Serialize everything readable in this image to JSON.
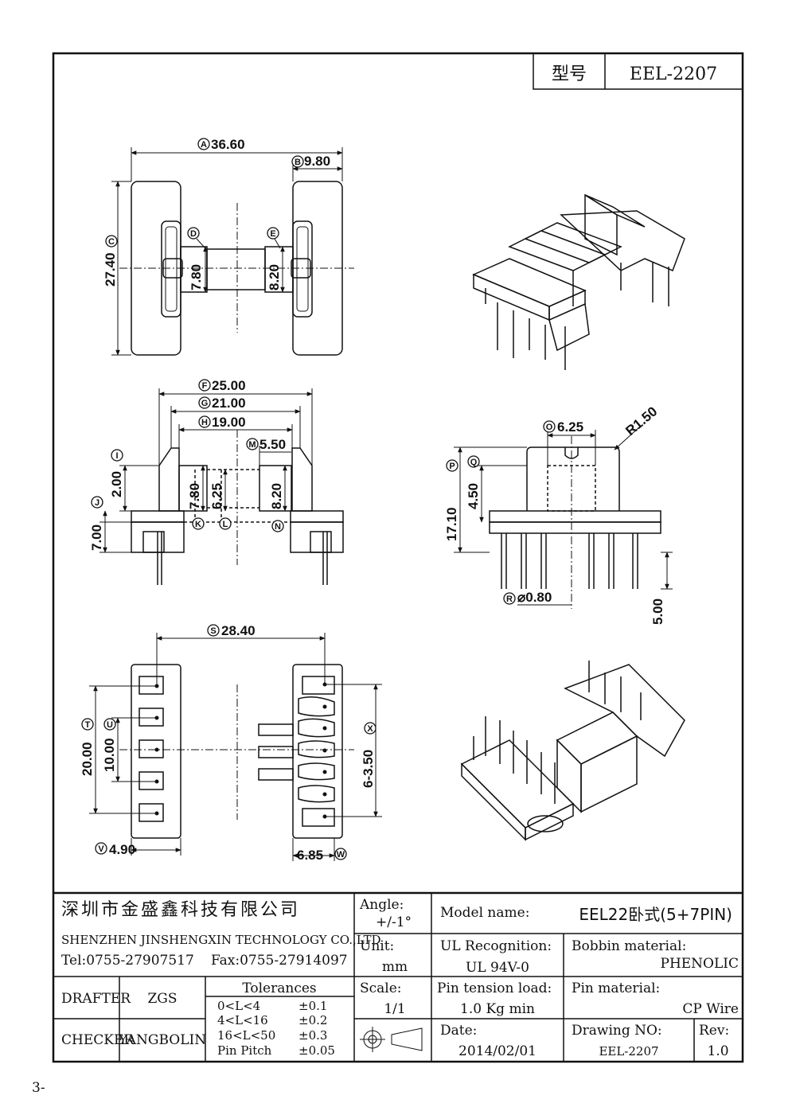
{
  "header": {
    "model_label": "型号",
    "model_value": "EEL-2207"
  },
  "dimensions": {
    "A": "36.60",
    "B": "9.80",
    "C": "27.40",
    "D": "7.80",
    "E": "8.20",
    "F": "25.00",
    "G": "21.00",
    "H": "19.00",
    "I": "2.00",
    "J": "7.00",
    "K": "7.80",
    "L": "6.25",
    "M": "5.50",
    "N": "8.20",
    "O": "6.25",
    "P": "17.10",
    "Q": "4.50",
    "R": "⌀0.80",
    "S": "28.40",
    "T": "20.00",
    "U": "10.00",
    "V": "4.90",
    "W": "6.85",
    "X": "6-3.50",
    "radius": "R1.50",
    "pin_len": "5.00"
  },
  "circle_letters": [
    "A",
    "B",
    "C",
    "D",
    "E",
    "F",
    "G",
    "H",
    "I",
    "J",
    "K",
    "L",
    "M",
    "N",
    "O",
    "P",
    "Q",
    "R",
    "S",
    "T",
    "U",
    "V",
    "W",
    "X"
  ],
  "title_block": {
    "company_cn": "深圳市金盛鑫科技有限公司",
    "company_en": "SHENZHEN JINSHENGXIN TECHNOLOGY CO.,LTD",
    "tel": "Tel:0755-27907517",
    "fax": "Fax:0755-27914097",
    "drafter_label": "DRAFTER",
    "drafter": "ZGS",
    "checker_label": "CHECKER",
    "checker": "YANGBOLIN",
    "tolerances_label": "Tolerances",
    "tolerances": [
      {
        "range": "0<L<4",
        "tol": "±0.1"
      },
      {
        "range": "4<L<16",
        "tol": "±0.2"
      },
      {
        "range": "16<L<50",
        "tol": "±0.3"
      },
      {
        "range": "Pin Pitch",
        "tol": "±0.05"
      }
    ],
    "angle_label": "Angle:",
    "angle": "+/-1°",
    "unit_label": "Unit:",
    "unit": "mm",
    "scale_label": "Scale:",
    "scale": "1/1",
    "model_name_label": "Model name:",
    "model_name": "EEL22卧式(5+7PIN)",
    "ul_label": "UL Recognition:",
    "ul": "UL 94V-0",
    "bobbin_label": "Bobbin material:",
    "bobbin": "PHENOLIC",
    "pin_tension_label": "Pin tension load:",
    "pin_tension": "1.0 Kg min",
    "pin_material_label": "Pin material:",
    "pin_material": "CP Wire",
    "date_label": "Date:",
    "date": "2014/02/01",
    "drawing_no_label": "Drawing NO:",
    "drawing_no": "EEL-2207",
    "rev_label": "Rev:",
    "rev": "1.0"
  },
  "page_mark": "3-"
}
